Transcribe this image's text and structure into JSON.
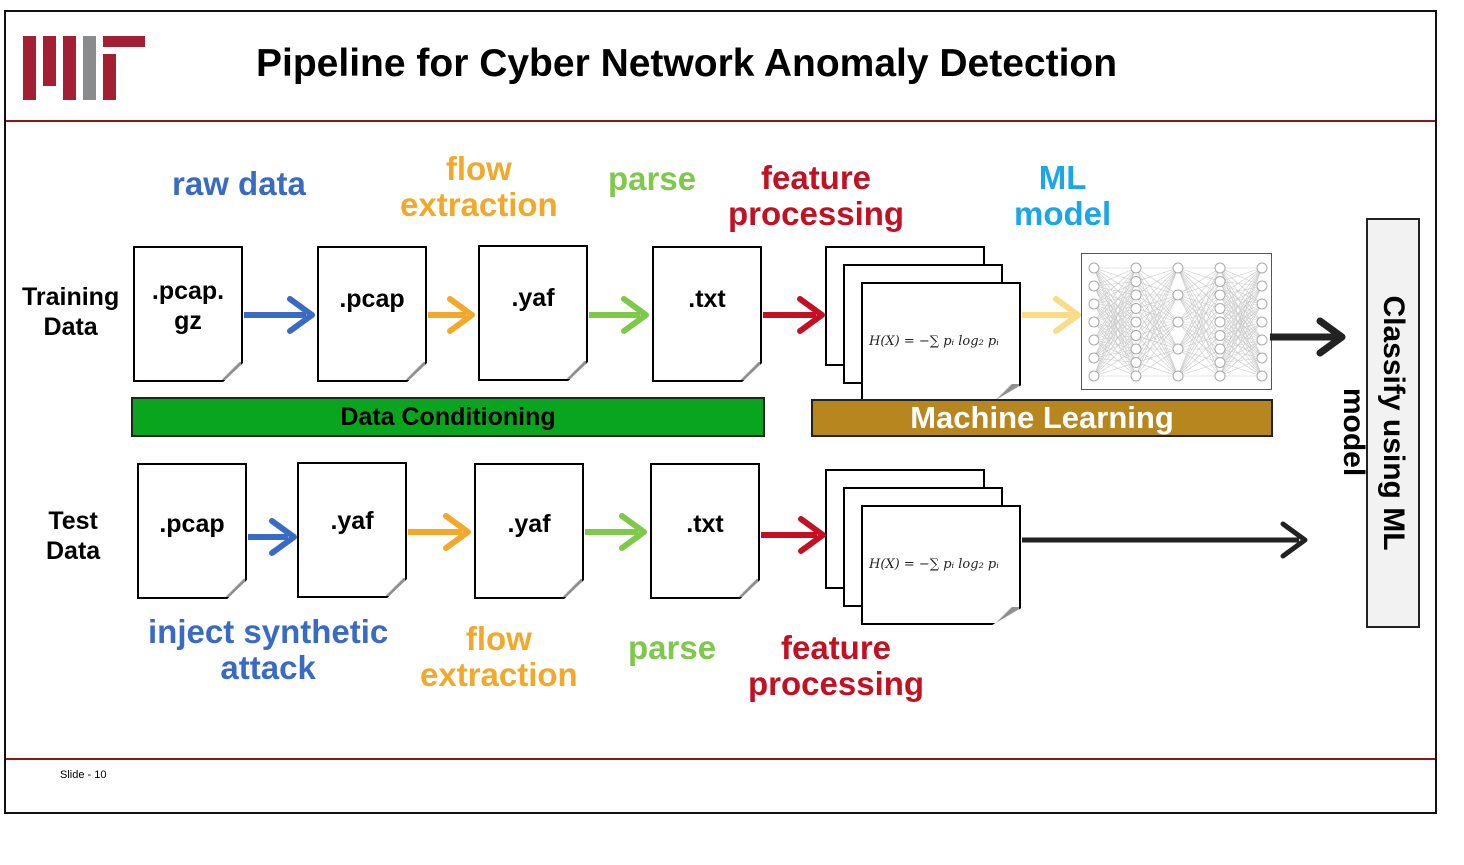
{
  "slide": {
    "title": "Pipeline for Cyber Network Anomaly Detection",
    "footer": "Slide - 10"
  },
  "training": {
    "row_label": "Training\nData",
    "stages": {
      "raw_data": "raw data",
      "flow_extraction": "flow\nextraction",
      "parse": "parse",
      "feature_processing": "feature\nprocessing",
      "ml_model": "ML\nmodel"
    },
    "docs": [
      ".pcap.\ngz",
      ".pcap",
      ".yaf",
      ".txt"
    ]
  },
  "bars": {
    "data_conditioning": "Data Conditioning",
    "machine_learning": "Machine Learning"
  },
  "test": {
    "row_label": "Test\nData",
    "docs": [
      ".pcap",
      ".yaf",
      ".yaf",
      ".txt"
    ],
    "stages": {
      "inject": "inject synthetic\nattack",
      "flow_extraction": "flow\nextraction",
      "parse": "parse",
      "feature_processing": "feature\nprocessing"
    }
  },
  "formula": "H(X) = −∑ pᵢ log₂ pᵢ",
  "classify": {
    "line1": "Classify using ML",
    "line2": "model"
  },
  "colors": {
    "blue": "#3a6bc4",
    "orange": "#f2a82a",
    "green": "#7ec84a",
    "red": "#c31022",
    "light_yellow": "#f9dc85",
    "data_conditioning_bar": "#0aa51e",
    "machine_learning_bar": "#b8861e",
    "rule": "#8b1a1a"
  }
}
